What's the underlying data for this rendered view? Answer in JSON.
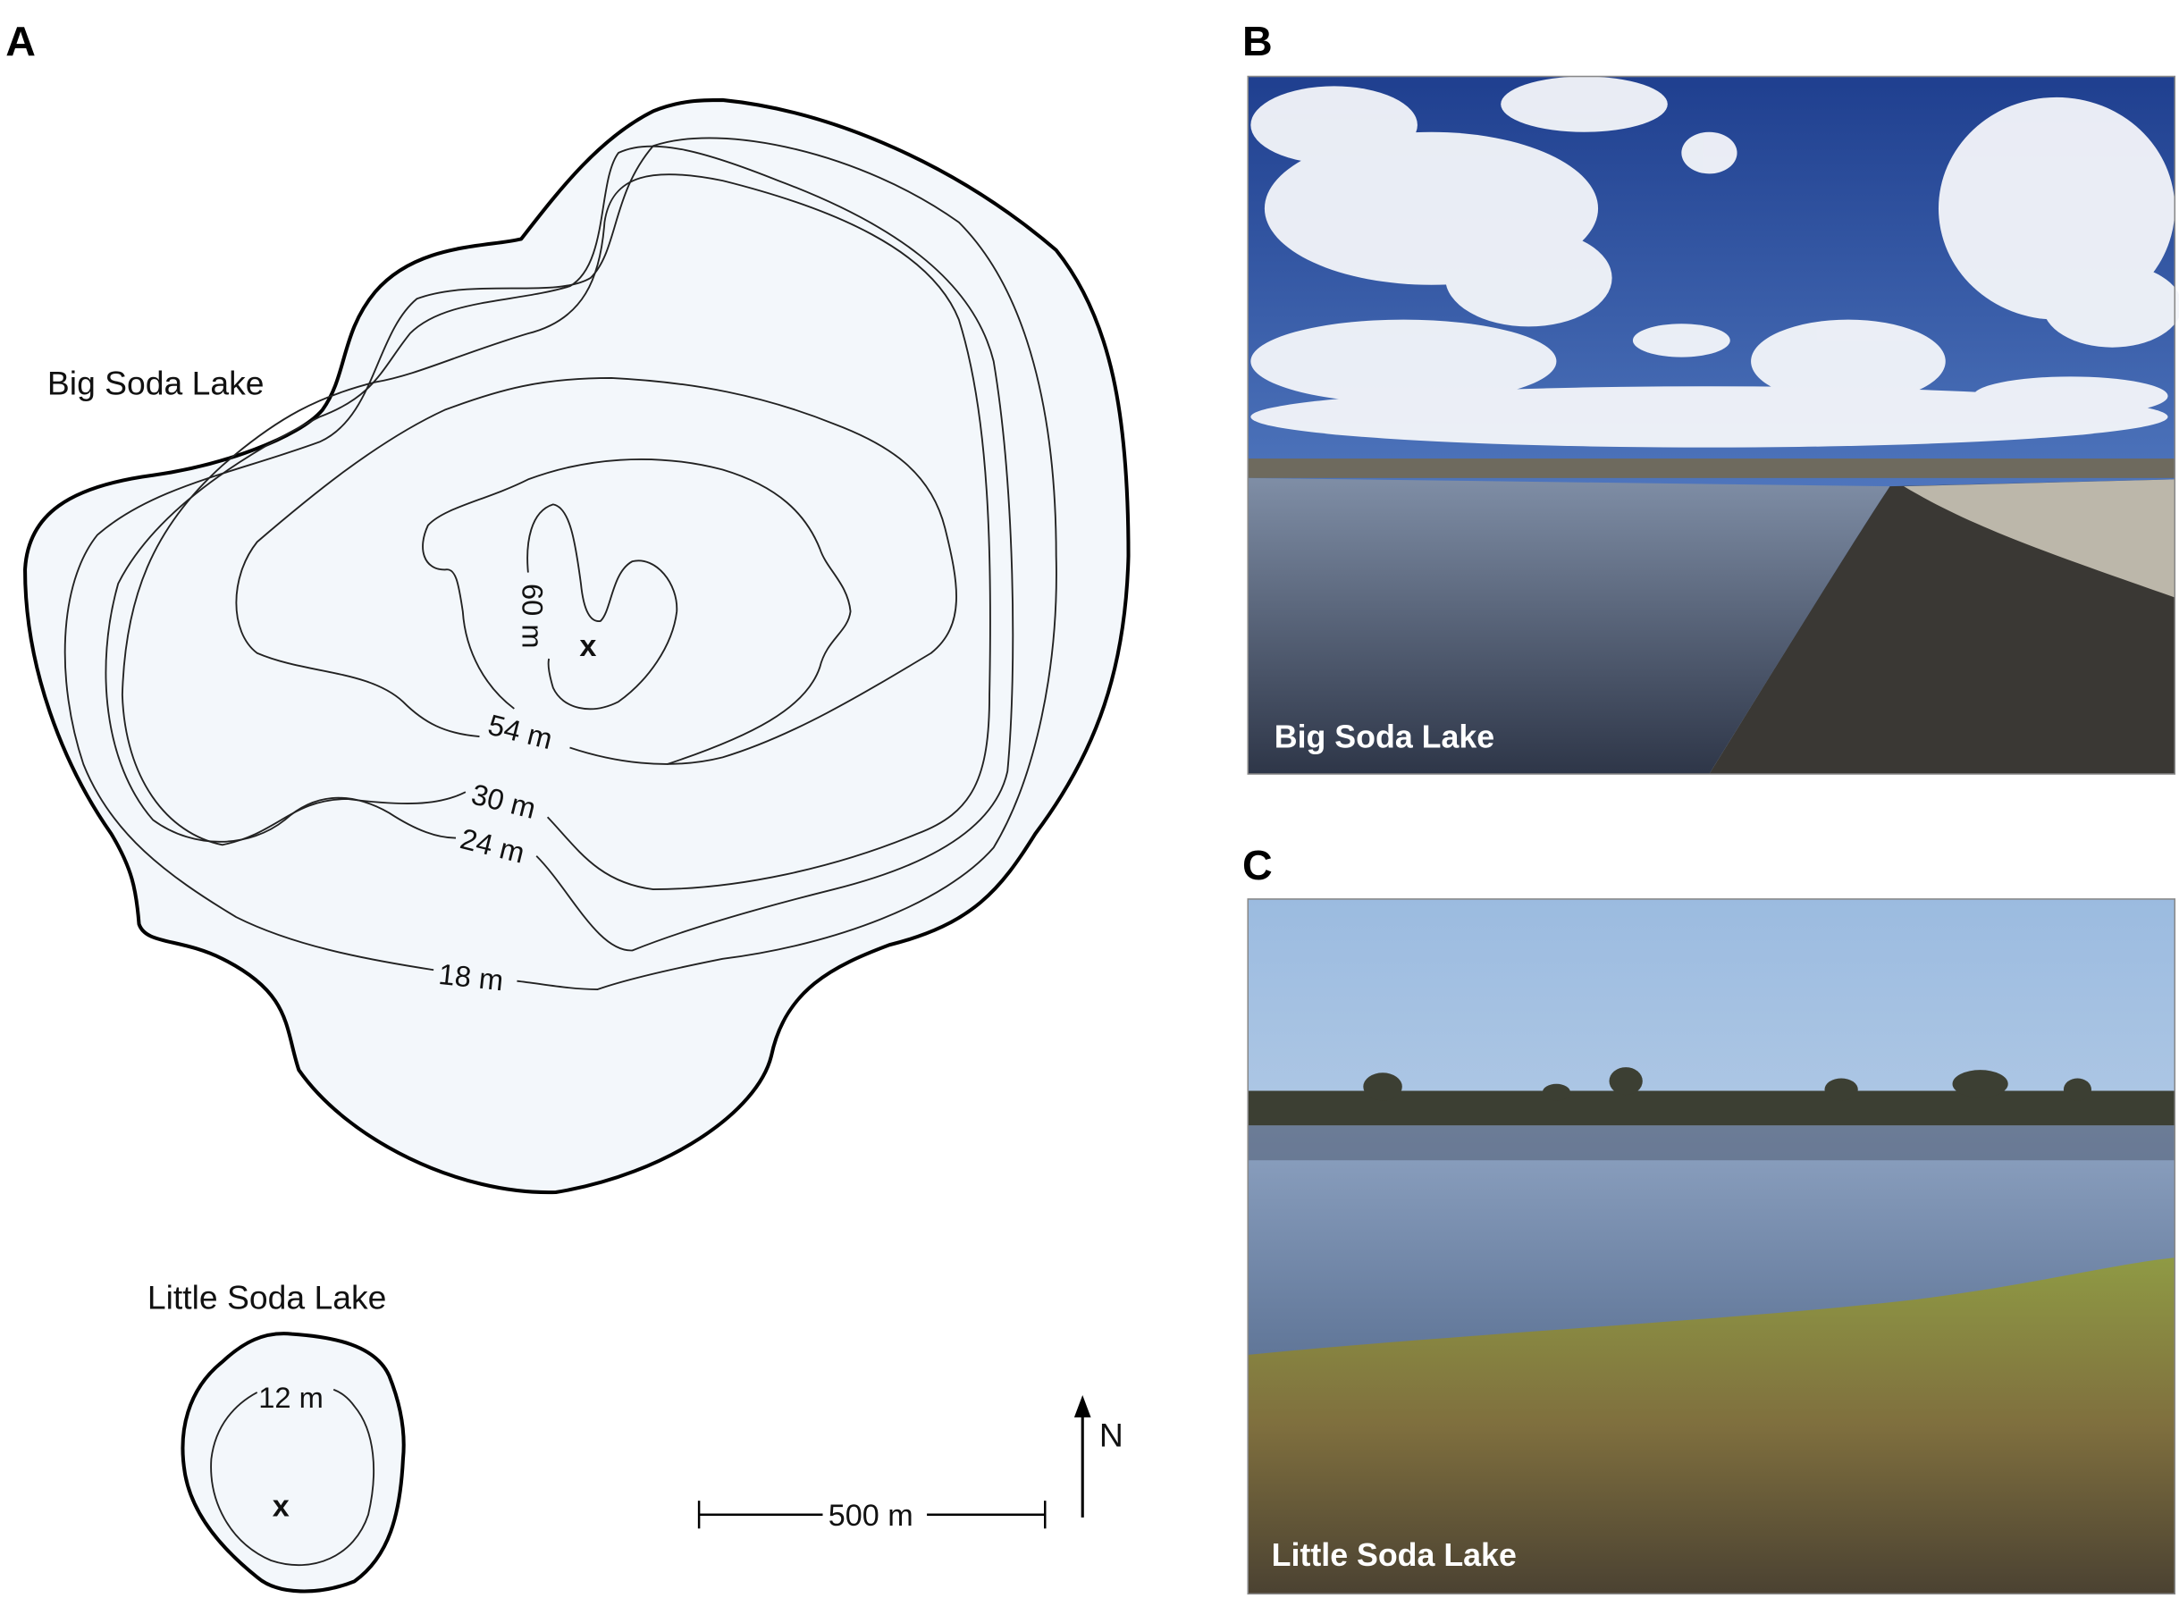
{
  "panels": {
    "a": "A",
    "b": "B",
    "c": "C"
  },
  "map": {
    "big_lake_name": "Big Soda Lake",
    "little_lake_name": "Little Soda Lake",
    "contours": {
      "c60": "60 m",
      "c54": "54 m",
      "c30": "30 m",
      "c24": "24 m",
      "c18": "18 m",
      "c12": "12 m"
    },
    "sample_marker": "x",
    "scale_bar_label": "500 m",
    "north_label": "N"
  },
  "photos": {
    "b_caption": "Big Soda Lake",
    "c_caption": "Little Soda Lake"
  },
  "colors": {
    "lake_fill": "#f3f7fb",
    "sky_b": "#2a4f9e",
    "sky_c": "#a9c5e3"
  }
}
